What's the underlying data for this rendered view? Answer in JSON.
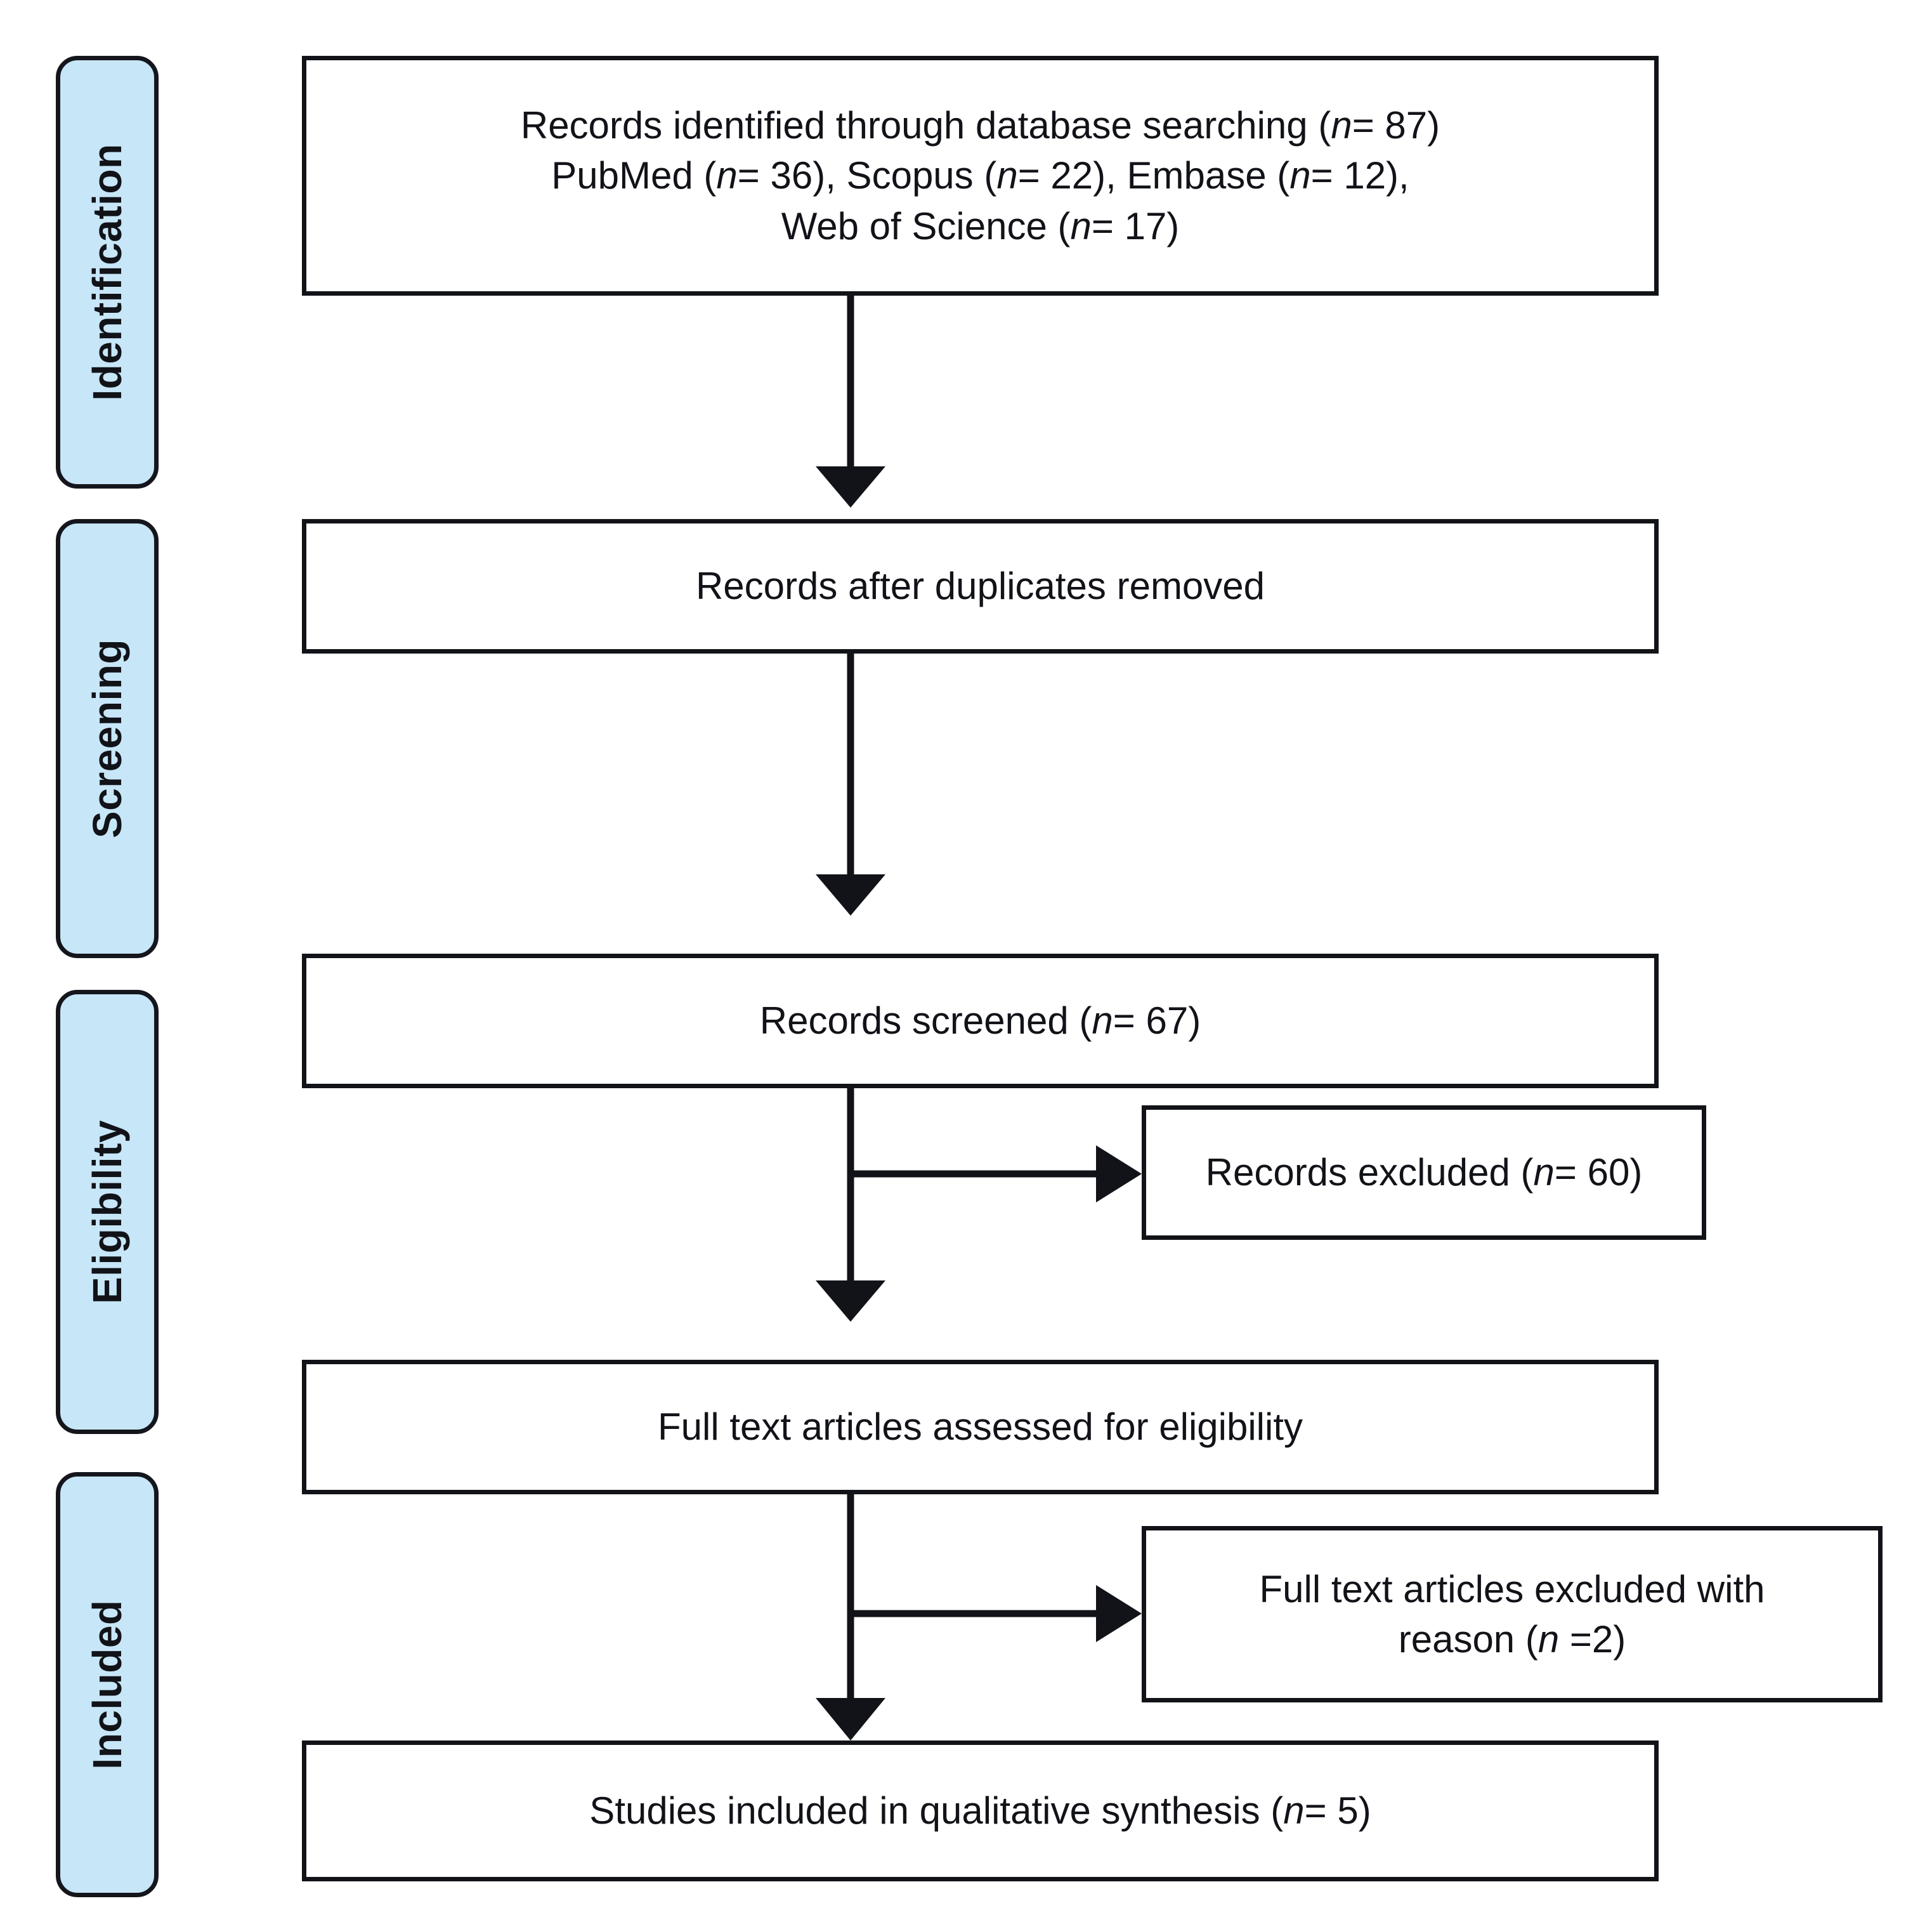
{
  "diagram": {
    "type": "PRISMA flow diagram",
    "accent_fill": "#c7e6f8",
    "line_color": "#111318",
    "background": "#ffffff"
  },
  "stages": [
    {
      "id": "identification",
      "label": "Identification"
    },
    {
      "id": "screening",
      "label": "Screening"
    },
    {
      "id": "eligibility",
      "label": "Eligibility"
    },
    {
      "id": "included",
      "label": "Included"
    }
  ],
  "boxes": {
    "identified": {
      "id": "records-identified",
      "line1_pre": "Records identified through database searching (",
      "line1_n": "n",
      "line1_post": "= 87)",
      "line2_a_pre": "PubMed (",
      "line2_a_n": "n",
      "line2_a_post": "= 36),  Scopus (",
      "line2_b_n": "n",
      "line2_b_post": "= 22), Embase (",
      "line2_c_n": "n",
      "line2_c_post": "= 12),",
      "line3_pre": "Web of Science (",
      "line3_n": "n",
      "line3_post": "= 17)",
      "full_text": "Records identified through database searching (n= 87) PubMed (n= 36),  Scopus (n= 22), Embase (n= 12), Web of Science (n= 17)"
    },
    "duplicates_removed": {
      "id": "records-after-duplicates-removed",
      "text": "Records after duplicates removed"
    },
    "screened": {
      "id": "records-screened",
      "pre": "Records screened (",
      "n": "n",
      "post": "= 67)",
      "full_text": "Records screened (n= 67)"
    },
    "records_excluded": {
      "id": "records-excluded",
      "pre": "Records excluded (",
      "n": "n",
      "post": "= 60)",
      "full_text": "Records excluded (n= 60)"
    },
    "fulltext_assessed": {
      "id": "full-text-articles-assessed",
      "text": "Full text articles assessed for eligibility"
    },
    "fulltext_excluded": {
      "id": "full-text-articles-excluded",
      "line1": "Full text articles excluded with",
      "line2_pre": "reason  (",
      "line2_n": "n",
      "line2_post": " =2)",
      "full_text": "Full text articles excluded with reason  (n =2)"
    },
    "included_studies": {
      "id": "studies-included-qualitative-synthesis",
      "pre": "Studies included in qualitative synthesis (",
      "n": "n",
      "post": "= 5)",
      "full_text": "Studies included in qualitative synthesis (n= 5)"
    }
  },
  "connectors": [
    {
      "id": "identified-to-duplicates",
      "kind": "arrow-down"
    },
    {
      "id": "duplicates-to-screened",
      "kind": "arrow-down"
    },
    {
      "id": "screened-to-fulltext",
      "kind": "arrow-down-with-right-branch"
    },
    {
      "id": "screened-to-records-excluded",
      "kind": "arrow-right"
    },
    {
      "id": "fulltext-to-included",
      "kind": "arrow-down-with-right-branch"
    },
    {
      "id": "fulltext-to-fulltext-excluded",
      "kind": "arrow-right"
    }
  ]
}
